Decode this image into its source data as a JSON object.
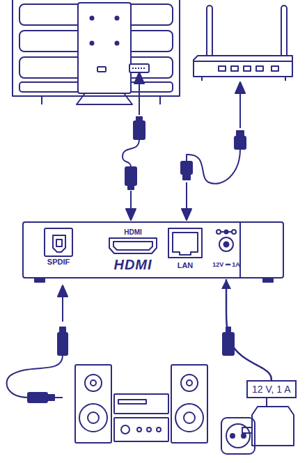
{
  "diagram": {
    "nodes": [
      {
        "text": [
          "HDMI",
          "SPDIF",
          "HDMI",
          "LAN",
          "12V ⎓ 1A"
        ]
      },
      {
        "text": [
          "12 V, 1 A"
        ]
      }
    ],
    "edges": [
      {
        "from": 1,
        "to": 0,
        "arrow": "to"
      }
    ]
  }
}
